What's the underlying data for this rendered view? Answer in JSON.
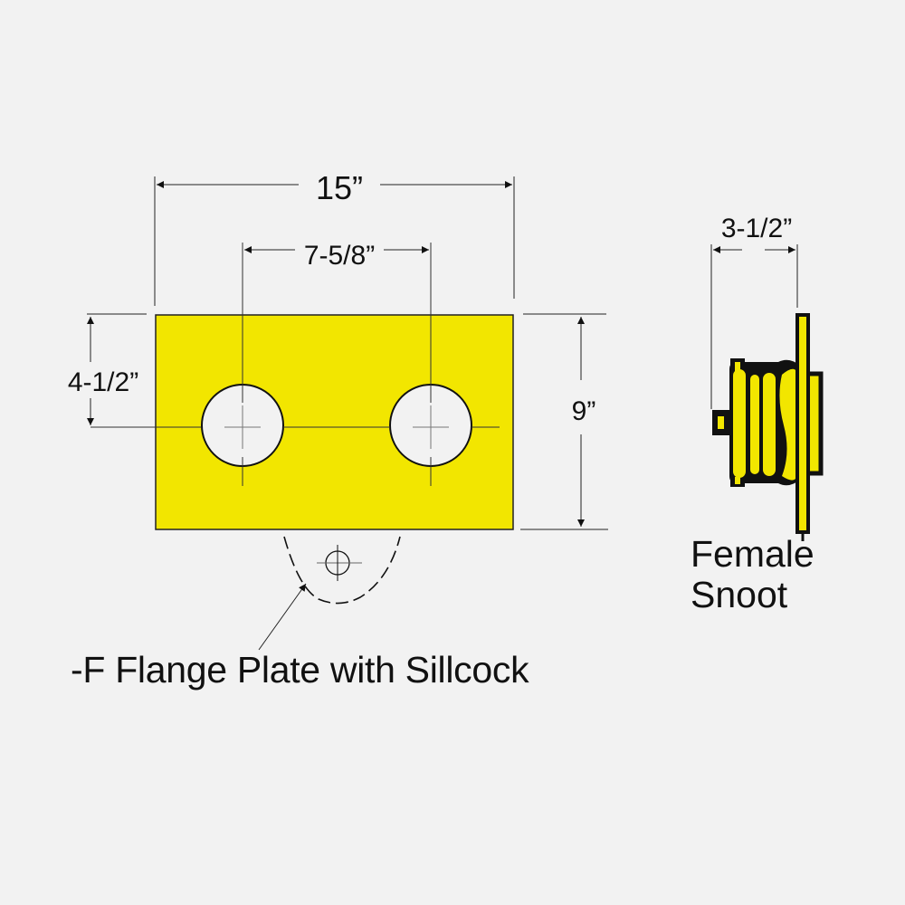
{
  "colors": {
    "background": "#f2f2f2",
    "plate_fill": "#f2e600",
    "stroke": "#111111",
    "hole_fill": "#f2f2f2"
  },
  "flange_plate": {
    "width_label": "15”",
    "hole_spacing_label": "7-5/8”",
    "hole_center_height_label": "4-1/2”",
    "height_label": "9”",
    "hole_count": 2
  },
  "sillcock_callout": {
    "caption": "-F Flange Plate with Sillcock"
  },
  "female_snoot": {
    "depth_label": "3-1/2”",
    "caption_line1": "Female",
    "caption_line2": "Snoot"
  }
}
